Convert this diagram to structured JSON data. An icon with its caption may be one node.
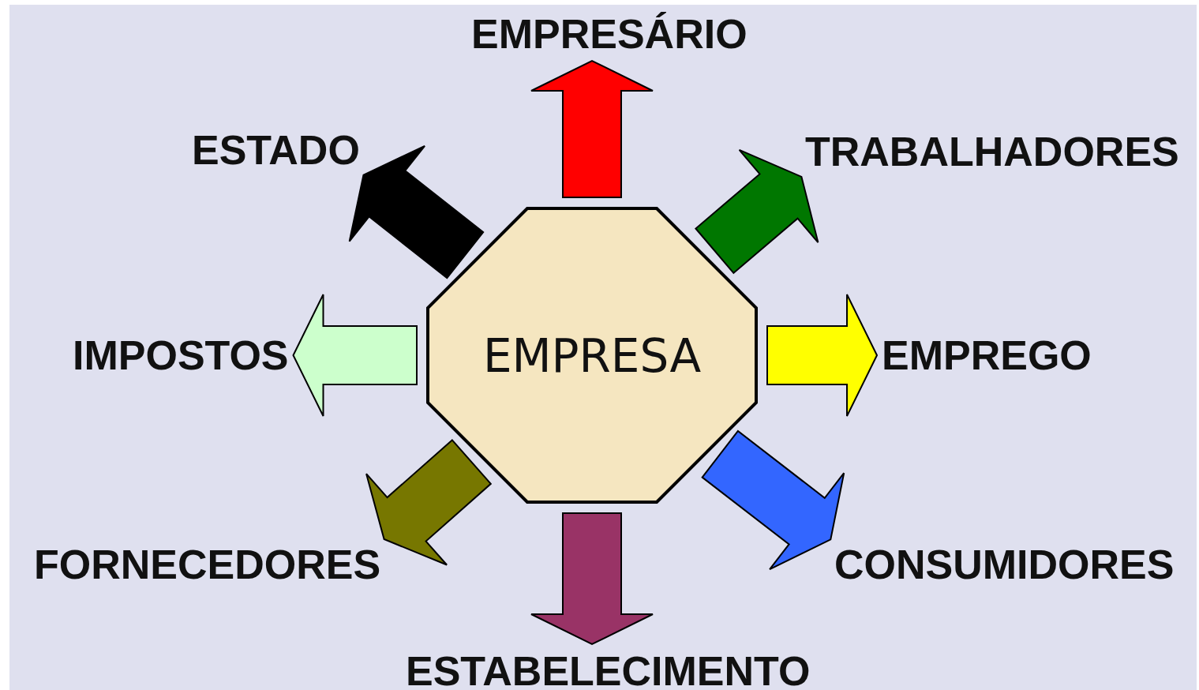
{
  "diagram": {
    "nodes": [
      {
        "text": [
          "EMPRESA"
        ]
      },
      {
        "text": [
          "EMPRESÁRIO"
        ]
      },
      {
        "text": [
          "TRABALHADORES"
        ]
      },
      {
        "text": [
          "EMPREGO"
        ]
      },
      {
        "text": [
          "CONSUMIDORES"
        ]
      },
      {
        "text": [
          "ESTABELECIMENTO"
        ]
      },
      {
        "text": [
          "FORNECEDORES"
        ]
      },
      {
        "text": [
          "IMPOSTOS"
        ]
      },
      {
        "text": [
          "ESTADO"
        ]
      }
    ],
    "edges": [
      {
        "from": 0,
        "to": 1,
        "arrow": "to",
        "color": "#ff0000"
      },
      {
        "from": 0,
        "to": 2,
        "arrow": "to",
        "color": "#007700"
      },
      {
        "from": 0,
        "to": 3,
        "arrow": "to",
        "color": "#ffff00"
      },
      {
        "from": 0,
        "to": 4,
        "arrow": "to",
        "color": "#3366ff"
      },
      {
        "from": 0,
        "to": 5,
        "arrow": "to",
        "color": "#993366"
      },
      {
        "from": 0,
        "to": 6,
        "arrow": "to",
        "color": "#777700"
      },
      {
        "from": 0,
        "to": 7,
        "arrow": "to",
        "color": "#ccffcc"
      },
      {
        "from": 0,
        "to": 8,
        "arrow": "to",
        "color": "#000000"
      }
    ]
  }
}
